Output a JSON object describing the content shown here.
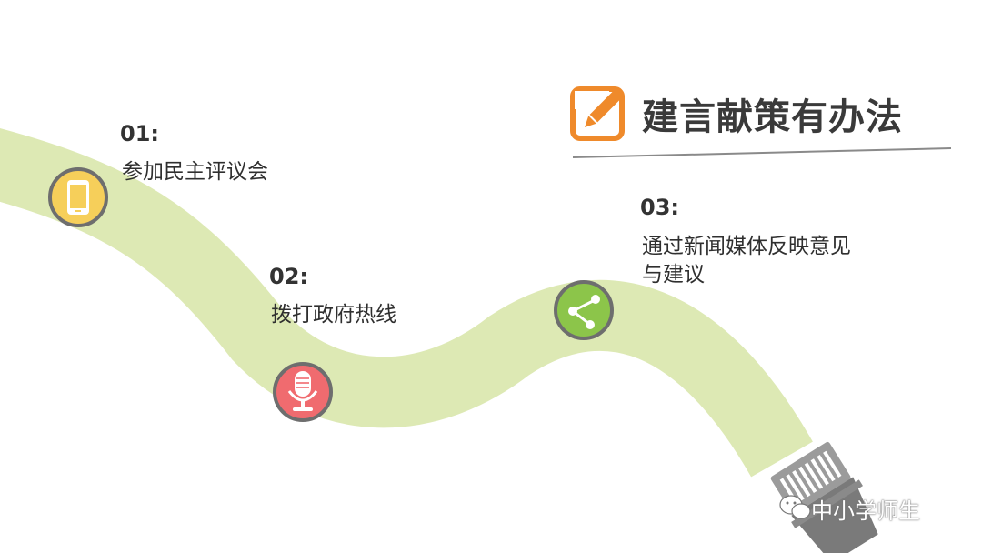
{
  "header": {
    "title": "建言献策有办法",
    "icon": "edit-note-icon",
    "accent": "#ef8a2b"
  },
  "steps": [
    {
      "number": "01:",
      "label": "参加民主评议会",
      "icon": "smartphone-icon",
      "color": "#f6cf5a"
    },
    {
      "number": "02:",
      "label": "拨打政府热线",
      "icon": "microphone-icon",
      "color": "#f06b6f"
    },
    {
      "number": "03:",
      "label_line1": "通过新闻媒体反映意见",
      "label_line2": "与建议",
      "icon": "share-icon",
      "color": "#8cc54a"
    }
  ],
  "path_color": "#dde9b4",
  "brush": "paint-brush-icon",
  "watermark": {
    "icon": "wechat-icon",
    "text": "中小学师生"
  }
}
